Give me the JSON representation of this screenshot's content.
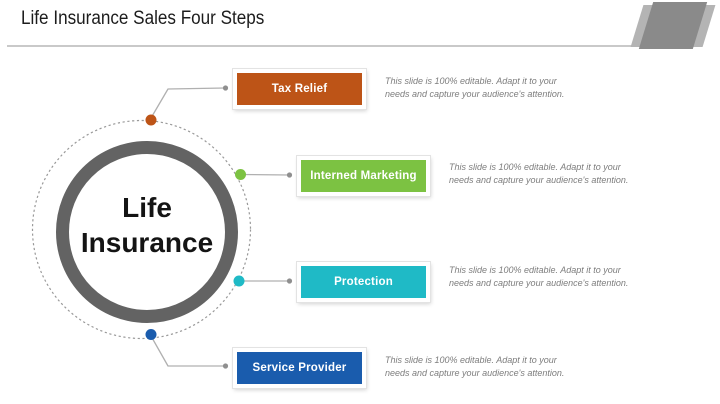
{
  "slide": {
    "title": "Life Insurance Sales Four Steps",
    "center_label": {
      "line1": "Life",
      "line2": "Insurance"
    },
    "steps": [
      {
        "label": "Tax Relief",
        "color": "#bd5417",
        "desc": [
          "This slide is 100% editable. Adapt it to your",
          "needs and capture your audience's attention."
        ]
      },
      {
        "label": "Interned Marketing",
        "color": "#7cc242",
        "desc": [
          "This slide is 100% editable. Adapt it to your",
          "needs and capture your audience's attention."
        ]
      },
      {
        "label": "Protection",
        "color": "#1fbac6",
        "desc": [
          "This slide is 100% editable. Adapt it to your",
          "needs and capture your audience's attention."
        ]
      },
      {
        "label": "Service Provider",
        "color": "#1a5cad",
        "desc": [
          "This slide is 100% editable. Adapt it to your",
          "needs and capture your audience's attention."
        ]
      }
    ],
    "colors": {
      "ring": "#636363",
      "dotted_circle": "#999999",
      "connector": "#b0b0b0",
      "endpoint_dot": "#8f8f8f"
    }
  }
}
